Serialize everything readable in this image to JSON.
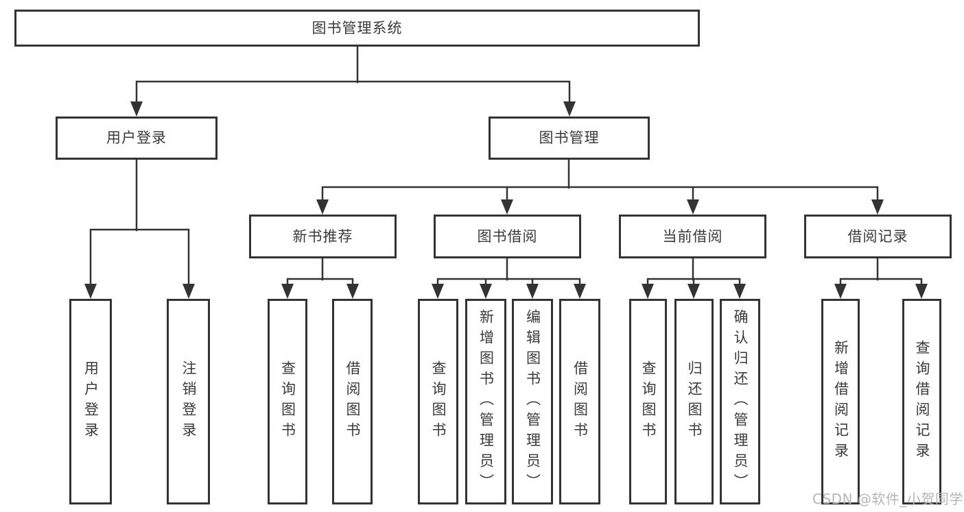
{
  "diagram": {
    "root": "图书管理系统",
    "level2": {
      "user_login": "用户登录",
      "book_mgmt": "图书管理"
    },
    "level3": {
      "new_books": "新书推荐",
      "book_borrow": "图书借阅",
      "current_borrow": "当前借阅",
      "borrow_records": "借阅记录"
    },
    "leaves": {
      "user_login": "用户登录",
      "logout": "注销登录",
      "new_query_book": "查询图书",
      "new_borrow_book": "借阅图书",
      "borrow_query_book": "查询图书",
      "borrow_add_book": "新增图书（管理员）",
      "borrow_edit_book": "编辑图书（管理员）",
      "borrow_borrow_book": "借阅图书",
      "current_query_book": "查询图书",
      "current_return_book": "归还图书",
      "current_confirm_return": "确认归还（管理员）",
      "records_add_record": "新增借阅记录",
      "records_query_record": "查询借阅记录"
    }
  },
  "watermark": {
    "text": "CSDN @软件_小贺同学"
  },
  "colors": {
    "line": "#333333",
    "text": "#3a3a3a",
    "watermark": "#b5b5b5",
    "background": "#ffffff"
  }
}
